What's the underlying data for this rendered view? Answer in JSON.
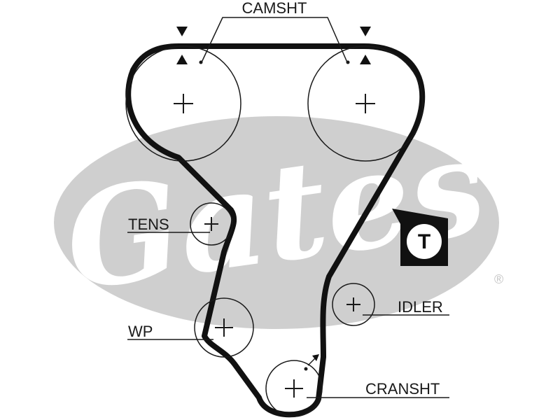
{
  "diagram": {
    "labels": {
      "camshaft": "CAMSHT",
      "tensioner": "TENS",
      "water_pump": "WP",
      "idler": "IDLER",
      "crankshaft": "CRANSHT"
    },
    "tension_badge": "T",
    "brand_logo": "Gates",
    "registered_mark": "®"
  },
  "colors": {
    "belt": "#111111",
    "watermark": "#cfcfcf",
    "line": "#1a1a1a"
  }
}
